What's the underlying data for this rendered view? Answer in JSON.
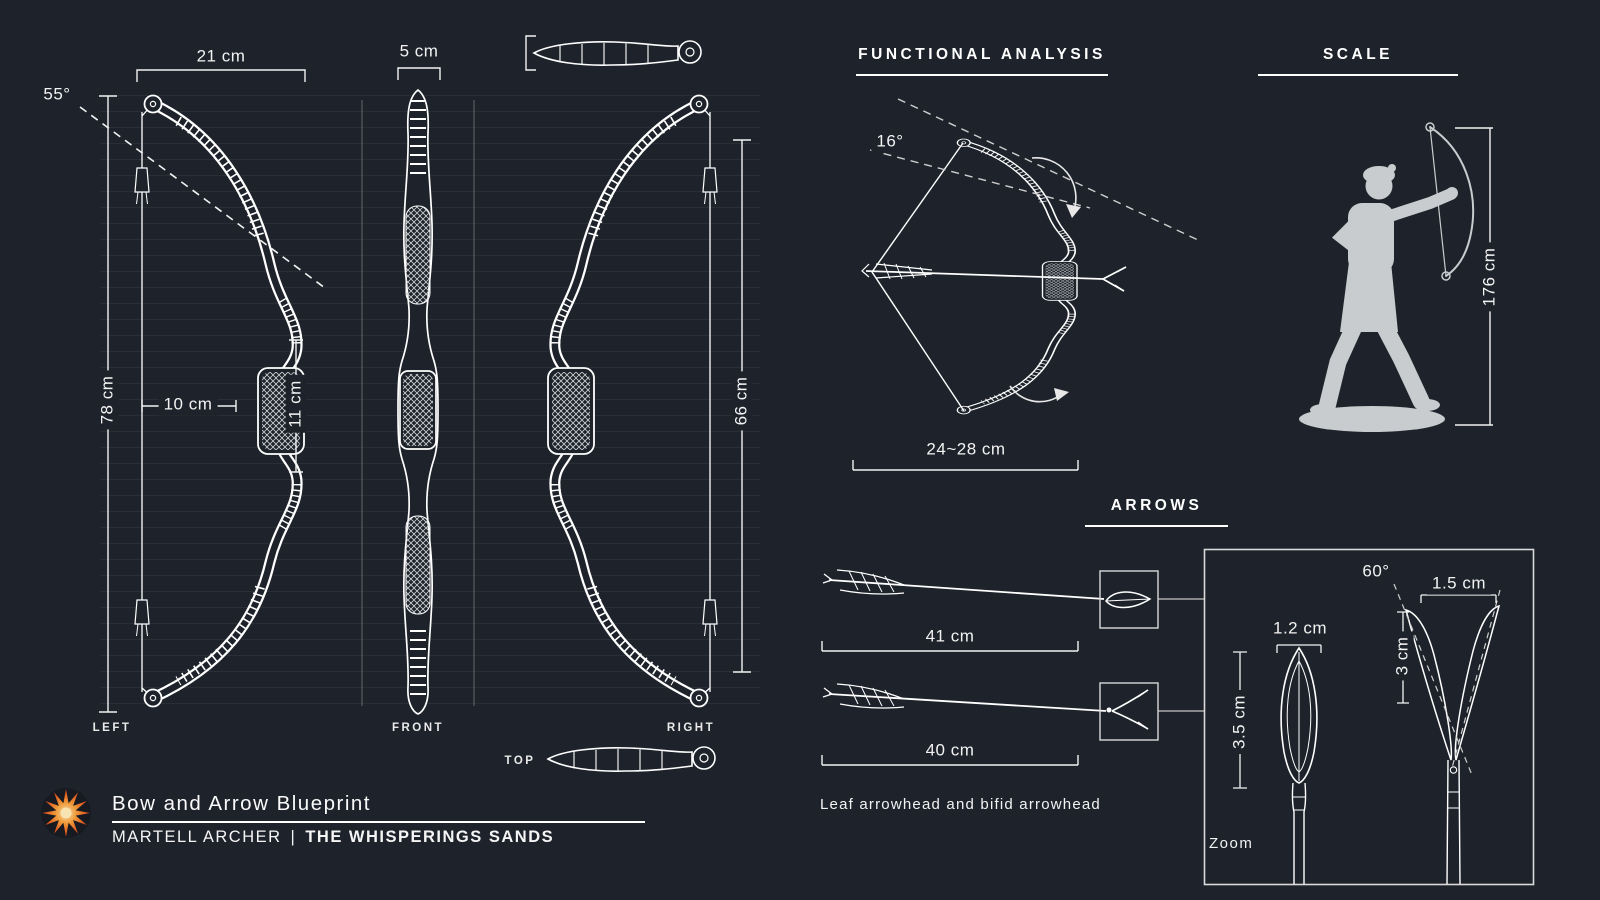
{
  "colors": {
    "background": "#1e232b",
    "line": "#ffffff",
    "silhouette": "#c9ccce",
    "accent_orange": "#e2571e"
  },
  "views": {
    "label_left": "LEFT",
    "label_front": "FRONT",
    "label_right": "RIGHT",
    "label_top": "TOP",
    "dim_top_width": "21 cm",
    "dim_front_width": "5 cm",
    "dim_tip_angle": "55°",
    "dim_total_height": "78 cm",
    "dim_grip_offset": "10 cm",
    "dim_grip_height": "11 cm",
    "dim_string_height": "66 cm"
  },
  "functional": {
    "title": "FUNCTIONAL ANALYSIS",
    "dim_string_angle": "16°",
    "dim_draw_length": "24~28 cm"
  },
  "scale": {
    "title": "SCALE",
    "dim_height": "176 cm"
  },
  "arrows": {
    "title": "ARROWS",
    "dim_arrow1": "41 cm",
    "dim_arrow2": "40 cm",
    "caption": "Leaf arrowhead and bifid arrowhead"
  },
  "zoom": {
    "label": "Zoom",
    "dim_head_width": "1.2 cm",
    "dim_head_length": "3.5 cm",
    "dim_fork_angle": "60°",
    "dim_fork_width": "1.5 cm",
    "dim_fork_depth": "3 cm"
  },
  "footer": {
    "title": "Bow and Arrow Blueprint",
    "subtitle_name": "MARTELL ARCHER",
    "subtitle_sep": "|",
    "subtitle_world": "THE WHISPERINGS SANDS"
  }
}
